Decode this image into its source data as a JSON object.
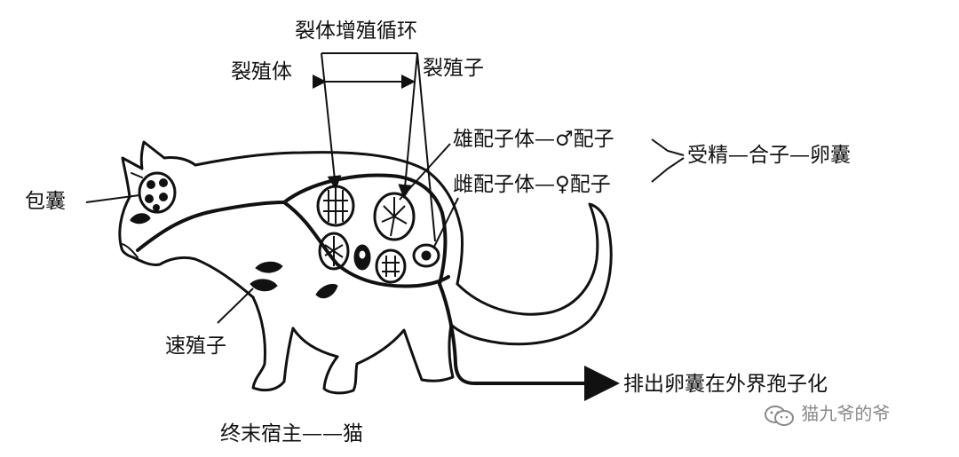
{
  "labels": {
    "schizogony_cycle": "裂体增殖循环",
    "schizont": "裂殖体",
    "merozoite": "裂殖子",
    "cyst": "包囊",
    "tachyzoite": "速殖子",
    "definitive_host": "终末宿主——猫",
    "microgametocyte": "雄配子体—♂配子",
    "macrogametocyte": "雌配子体—♀配子",
    "fertilization": "受精—合子—卵囊",
    "excretion": "排出卵囊在外界孢子化"
  },
  "watermark": {
    "text": "猫九爷的爷",
    "icon": "wechat-icon"
  },
  "colors": {
    "ink": "#111111",
    "paper": "#ffffff",
    "watermark": "#8a8a8a"
  }
}
